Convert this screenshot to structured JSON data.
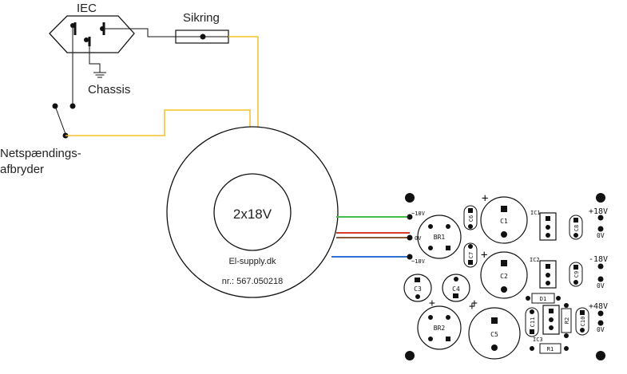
{
  "labels": {
    "iec": "IEC",
    "fuse": "Sikring",
    "chassis": "Chassis",
    "switch_line1": "Netspændings-",
    "switch_line2": "afbryder",
    "transformer_voltage": "2x18V",
    "transformer_brand": "El-supply.dk",
    "transformer_part": "nr.: 567.050218"
  },
  "pcb": {
    "inputs": [
      "~18V",
      "0V",
      "~18V"
    ],
    "outputs": [
      {
        "top": "+18V",
        "bottom": "0V"
      },
      {
        "top": "-18V",
        "bottom": "0V"
      },
      {
        "top": "+48V",
        "bottom": "0V"
      }
    ],
    "parts": {
      "br1": "BR1",
      "br2": "BR2",
      "c1": "C1",
      "c2": "C2",
      "c3": "C3",
      "c4": "C4",
      "c5": "C5",
      "c6": "C6",
      "c7": "C7",
      "c8": "C8",
      "c9": "C9",
      "c10": "C10",
      "c11": "C11",
      "ic1": "IC1",
      "ic2": "IC2",
      "ic3": "IC3",
      "d1": "D1",
      "r1": "R1",
      "r2": "R2"
    },
    "plus": "+"
  },
  "colors": {
    "wire_yellow": "#f2c230",
    "wire_green": "#3fbf4a",
    "wire_red": "#d83c2e",
    "wire_brown": "#8a5a33",
    "wire_blue": "#2f6fd6"
  }
}
